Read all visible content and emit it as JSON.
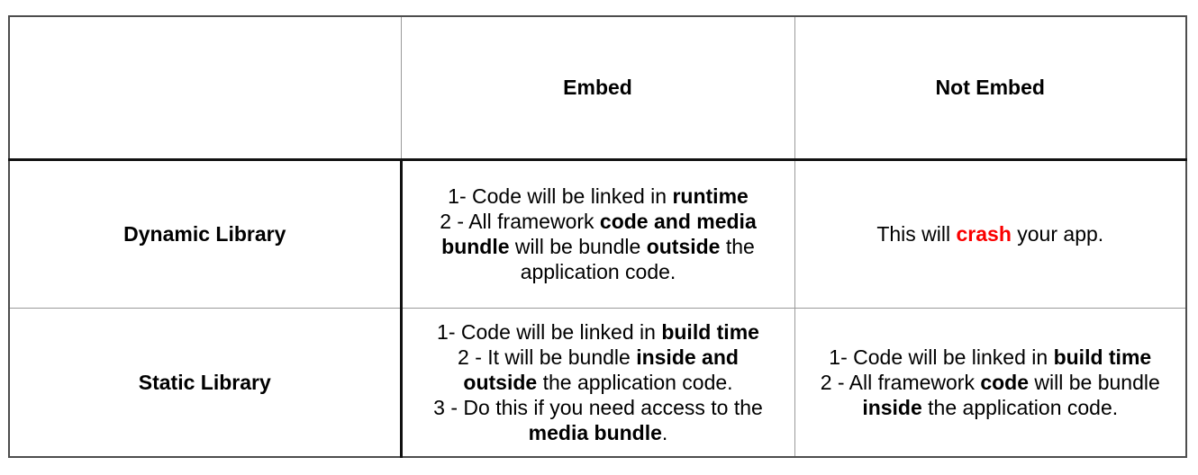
{
  "table": {
    "header": {
      "corner": "",
      "embed": "Embed",
      "not_embed": "Not Embed"
    },
    "rows": [
      {
        "label": "Dynamic Library",
        "embed_items": [
          [
            {
              "t": "1- Code will be linked in "
            },
            {
              "t": "runtime",
              "b": true
            }
          ],
          [
            {
              "t": "2 - All framework "
            },
            {
              "t": "code and media bundle",
              "b": true
            },
            {
              "t": " will be bundle "
            },
            {
              "t": "outside",
              "b": true
            },
            {
              "t": " the application code."
            }
          ]
        ],
        "not_embed_items": [
          [
            {
              "t": "This will "
            },
            {
              "t": "crash",
              "b": true,
              "c": "#fa0000"
            },
            {
              "t": " your app."
            }
          ]
        ]
      },
      {
        "label": "Static Library",
        "embed_items": [
          [
            {
              "t": "1- Code will be linked in "
            },
            {
              "t": "build time",
              "b": true
            }
          ],
          [
            {
              "t": "2 - It will be bundle "
            },
            {
              "t": "inside and outside",
              "b": true
            },
            {
              "t": " the application code."
            }
          ],
          [
            {
              "t": "3 - Do this if you need access to the "
            },
            {
              "t": "media bundle",
              "b": true
            },
            {
              "t": "."
            }
          ]
        ],
        "not_embed_items": [
          [
            {
              "t": "1- Code will be linked in "
            },
            {
              "t": "build time",
              "b": true
            }
          ],
          [
            {
              "t": "2 - All framework "
            },
            {
              "t": "code",
              "b": true
            },
            {
              "t": " will be bundle "
            },
            {
              "t": "inside",
              "b": true
            },
            {
              "t": " the application code."
            }
          ]
        ]
      }
    ],
    "colors": {
      "text": "#000000",
      "crash_red": "#fa0000",
      "border_outer": "#4d4d4d",
      "border_inner": "#9a9a9a",
      "border_heavy": "#111111"
    }
  }
}
